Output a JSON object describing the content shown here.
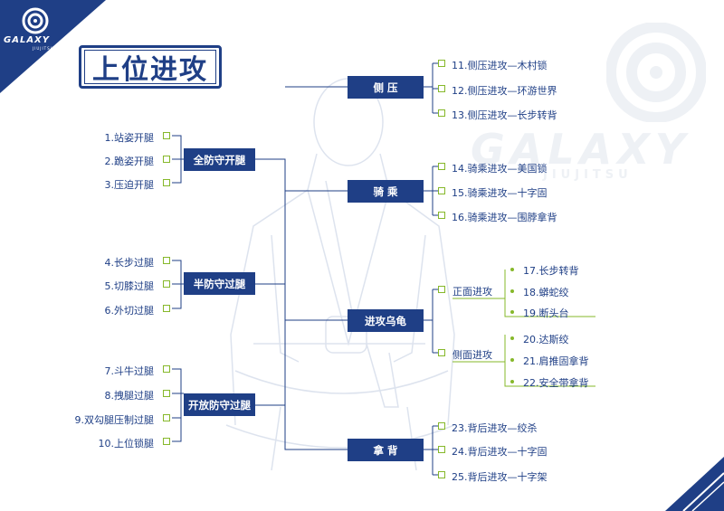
{
  "title": "上位进攻",
  "brand": {
    "logo": "GALAXY",
    "logo_sub": "JIUJITSU",
    "watermark": "GALAXY",
    "watermark_sub": "JIUJITSU"
  },
  "colors": {
    "navy": "#1f3f86",
    "green": "#86b82a"
  },
  "left_groups": [
    {
      "label": "全防守开腿",
      "items": [
        "1.站姿开腿",
        "2.跪姿开腿",
        "3.压迫开腿"
      ]
    },
    {
      "label": "半防守过腿",
      "items": [
        "4.长步过腿",
        "5.切膝过腿",
        "6.外切过腿"
      ]
    },
    {
      "label": "开放防守过腿",
      "items": [
        "7.斗牛过腿",
        "8.拽腿过腿",
        "9.双勾腿压制过腿",
        "10.上位锁腿"
      ]
    }
  ],
  "right_groups": [
    {
      "label": "侧 压",
      "items": [
        "11.侧压进攻—木村锁",
        "12.侧压进攻—环游世界",
        "13.侧压进攻—长步转背"
      ]
    },
    {
      "label": "骑 乘",
      "items": [
        "14.骑乘进攻—美国锁",
        "15.骑乘进攻—十字固",
        "16.骑乘进攻—围脖拿背"
      ]
    },
    {
      "label": "进攻乌龟",
      "sub": [
        {
          "label": "正面进攻",
          "items": [
            "17.长步转背",
            "18.蟒蛇绞",
            "19.断头台"
          ]
        },
        {
          "label": "侧面进攻",
          "items": [
            "20.达斯绞",
            "21.肩推固拿背",
            "22.安全带拿背"
          ]
        }
      ]
    },
    {
      "label": "拿 背",
      "items": [
        "23.背后进攻—绞杀",
        "24.背后进攻—十字固",
        "25.背后进攻—十字架"
      ]
    }
  ]
}
